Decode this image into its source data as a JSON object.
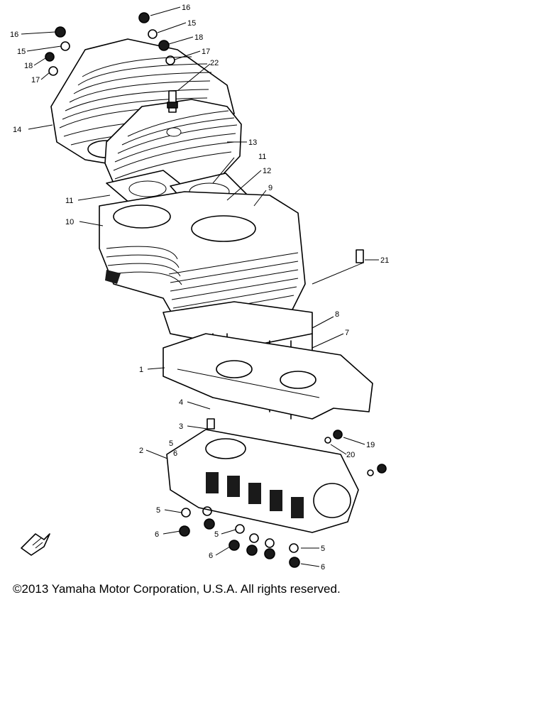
{
  "diagram": {
    "callouts": [
      "16",
      "15",
      "18",
      "17",
      "14",
      "16",
      "15",
      "18",
      "17",
      "22",
      "13",
      "11",
      "12",
      "11",
      "9",
      "10",
      "21",
      "8",
      "7",
      "1",
      "4",
      "3",
      "2",
      "19",
      "20",
      "5",
      "6",
      "5",
      "6",
      "5",
      "6",
      "5",
      "6"
    ],
    "parts": [
      {
        "name": "cylinder-head-left"
      },
      {
        "name": "cylinder-head-right"
      },
      {
        "name": "cylinder-block"
      },
      {
        "name": "crankcase-upper"
      },
      {
        "name": "crankcase-lower"
      },
      {
        "name": "spark-plug"
      },
      {
        "name": "head-gasket"
      },
      {
        "name": "base-gasket"
      },
      {
        "name": "stud-bolts"
      },
      {
        "name": "nuts-and-washers"
      }
    ],
    "front_arrow_icon": "fwd-arrow-icon"
  },
  "copyright": "©2013 Yamaha Motor Corporation, U.S.A. All rights reserved."
}
